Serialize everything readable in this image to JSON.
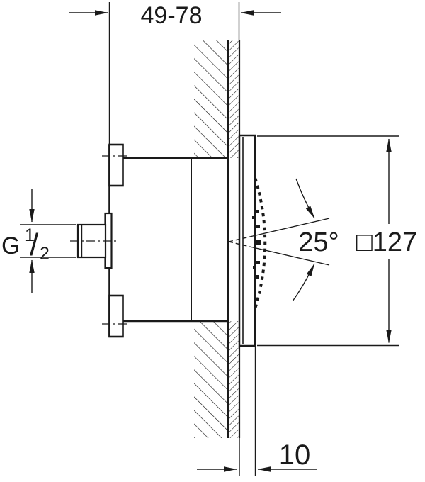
{
  "labels": {
    "installation_depth": "49-78",
    "spray_angle": "25°",
    "faceplate_size": "□127",
    "faceplate_offset": "10",
    "thread_prefix": "G",
    "thread_numerator": "1",
    "thread_slash": "/",
    "thread_denominator": "2"
  },
  "colors": {
    "line": "#1a1a1a",
    "background": "#ffffff"
  }
}
